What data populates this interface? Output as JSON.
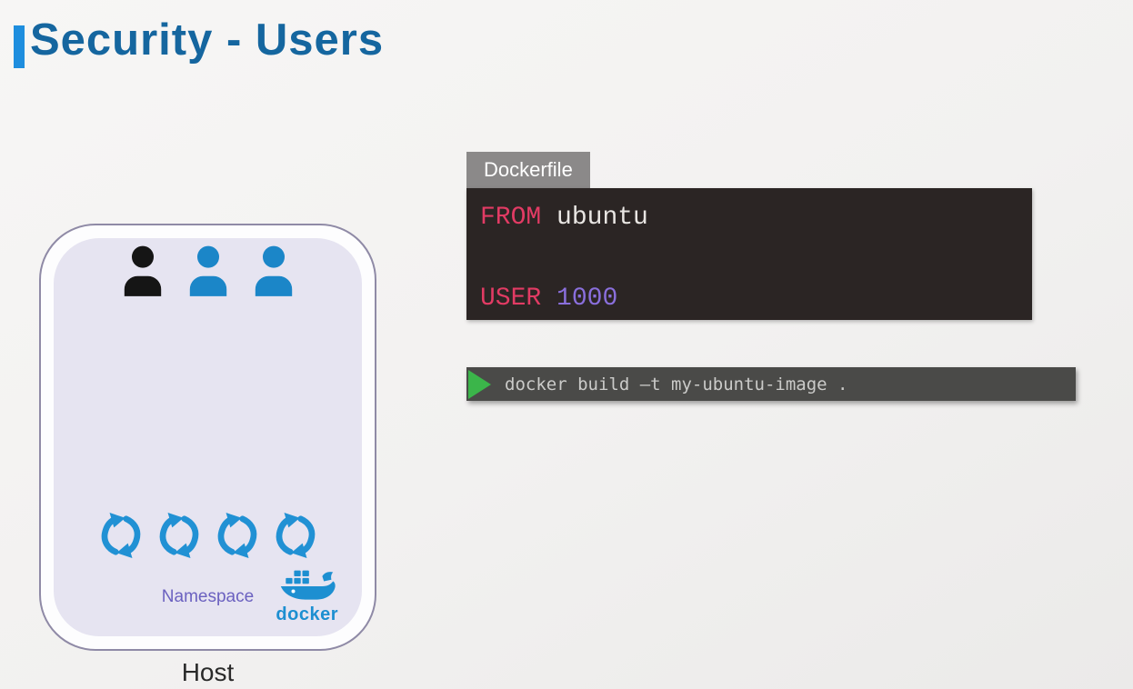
{
  "title": {
    "text": "Security - Users"
  },
  "host_box": {
    "host_label": "Host",
    "namespace_label": "Namespace",
    "docker_wordmark": "docker",
    "user_icons": [
      "black-user",
      "blue-user",
      "blue-user"
    ],
    "process_icon_count": 4
  },
  "dockerfile_panel": {
    "tab_label": "Dockerfile",
    "code_lines": [
      {
        "keyword": "FROM",
        "argument": "ubuntu",
        "argument_color": "#e9e6e3"
      },
      {
        "keyword": "USER",
        "argument": "1000",
        "argument_color": "#8a6fdc"
      }
    ],
    "keyword_color": "#e23b64",
    "background": "#2b2524"
  },
  "terminal": {
    "command": "docker build –t my-ubuntu-image .",
    "play_icon_color": "#3bb54a",
    "background": "#4a4a48"
  },
  "colors": {
    "title_text": "#15669f",
    "title_accent_bar": "#1e8ede",
    "person_blue": "#1b86c8",
    "person_black": "#151515",
    "process_blue": "#2191d4",
    "namespace_purple": "#6b61c0",
    "docker_blue": "#1d8fd1",
    "host_box_fill": "#e6e4f1",
    "host_box_border": "#8f8aa6",
    "slide_background": "#f2f1f0"
  }
}
